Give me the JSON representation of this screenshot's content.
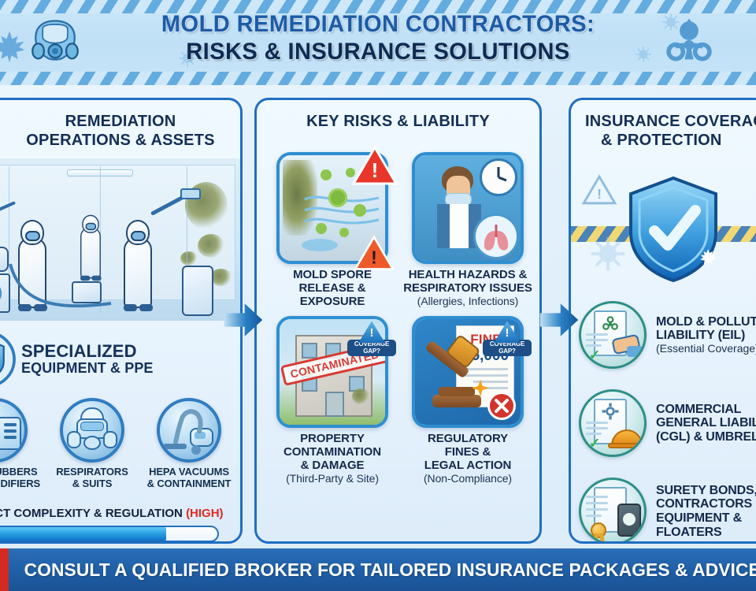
{
  "header": {
    "title_line1": "MOLD REMEDIATION CONTRACTORS:",
    "title_line2": "RISKS & INSURANCE SOLUTIONS",
    "left_icon": "gas-mask-icon",
    "right_icon": "biohazard-icon",
    "accent_color": "#1d5ba6",
    "dark_color": "#0d2b52"
  },
  "panels": {
    "left": {
      "heading": "REMEDIATION OPERATIONS & ASSETS",
      "heading_line1": "REMEDIATION",
      "heading_line2": "OPERATIONS & ASSETS",
      "scene_alt": "workers in protective suits remediating mold in a contained room",
      "spec_title_line1": "SPECIALIZED",
      "spec_title_line2": "EQUIPMENT & PPE",
      "equipment": [
        {
          "label_line1": "AIR SCRUBBERS",
          "label_line2": "& DEHUMIDIFIERS",
          "icon": "air-scrubber-icon"
        },
        {
          "label_line1": "RESPIRATORS",
          "label_line2": "& SUITS",
          "icon": "respirator-mask-icon"
        },
        {
          "label_line1": "HEPA VACUUMS",
          "label_line2": "& CONTAINMENT",
          "icon": "hepa-vacuum-icon"
        }
      ],
      "complexity_label": "PROJECT COMPLEXITY & REGULATION",
      "complexity_level": "(HIGH)",
      "complexity_percent": 80,
      "complexity_color": "#e02a20"
    },
    "middle": {
      "heading": "KEY RISKS & LIABILITY",
      "risks": [
        {
          "title_line1": "MOLD SPORE",
          "title_line2": "RELEASE &",
          "title_line3": "EXPOSURE",
          "subtitle": "",
          "icon": "mold-spore-release-icon",
          "badge": null
        },
        {
          "title_line1": "HEALTH HAZARDS &",
          "title_line2": "RESPIRATORY ISSUES",
          "title_line3": "",
          "subtitle": "(Allergies, Infections)",
          "icon": "coughing-worker-lungs-icon",
          "badge": null
        },
        {
          "title_line1": "PROPERTY",
          "title_line2": "CONTAMINATION",
          "title_line3": "& DAMAGE",
          "subtitle": "(Third-Party & Site)",
          "icon": "contaminated-building-icon",
          "badge": {
            "line1": "COVERAGE",
            "line2": "GAP?"
          },
          "stamp": "CONTAMINATED"
        },
        {
          "title_line1": "REGULATORY",
          "title_line2": "FINES &",
          "title_line3": "LEGAL ACTION",
          "subtitle": "(Non-Compliance)",
          "icon": "gavel-fine-icon",
          "badge": {
            "line1": "COVERAGE",
            "line2": "GAP?"
          },
          "fine_label": "FINE",
          "fine_amount": "$5,000"
        }
      ]
    },
    "right": {
      "heading_line1": "INSURANCE COVERAGE",
      "heading_line2": "& PROTECTION",
      "shield_icon": "shield-checkmark-maple-icon",
      "warning_icon": "warning-triangle-icon",
      "coverages": [
        {
          "title_line1": "MOLD & POLLUTION",
          "title_line2": "LIABILITY (EIL)",
          "title_line3": "",
          "title_line4": "",
          "subtitle": "(Essential Coverage)",
          "icon": "biohazard-policy-handshake-icon"
        },
        {
          "title_line1": "COMMERCIAL",
          "title_line2": "GENERAL LIABILITY",
          "title_line3": "(CGL) & UMBRELLA",
          "title_line4": "",
          "subtitle": "",
          "icon": "policy-hardhat-icon"
        },
        {
          "title_line1": "SURETY BONDS,",
          "title_line2": "CONTRACTORS",
          "title_line3": "EQUIPMENT &",
          "title_line4": "FLOATERS",
          "subtitle": "",
          "icon": "surety-bond-drum-icon"
        }
      ]
    }
  },
  "arrows": [
    {
      "name": "arrow-left-to-middle"
    },
    {
      "name": "arrow-middle-to-right"
    }
  ],
  "footer": {
    "text": "CONSULT A QUALIFIED BROKER FOR TAILORED INSURANCE PACKAGES & ADVICE",
    "background_color": "#1f5ea6",
    "accent_color": "#d32b22"
  }
}
